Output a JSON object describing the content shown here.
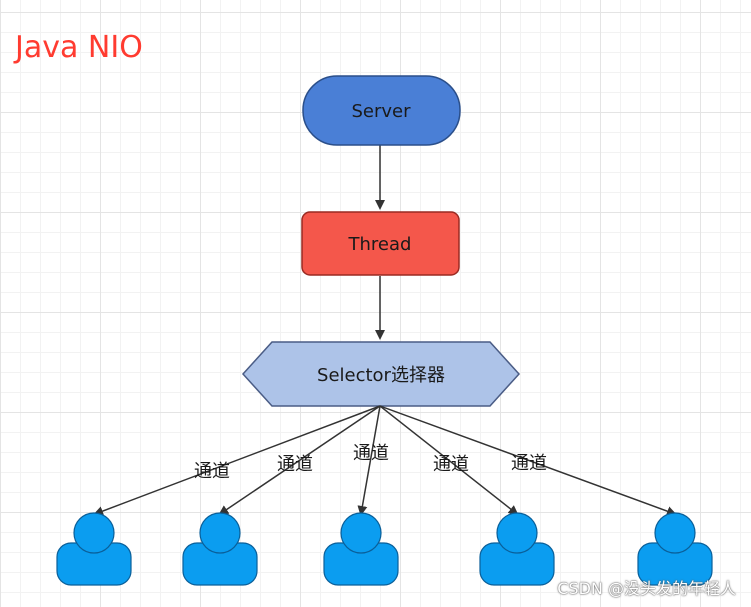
{
  "title": "Java NIO",
  "nodes": {
    "server": {
      "label": "Server",
      "fill": "#4a7fd6"
    },
    "thread": {
      "label": "Thread",
      "fill": "#f4574b"
    },
    "selector": {
      "label": "Selector选择器",
      "fill": "#adc3e8"
    }
  },
  "channel_label": "通道",
  "clients_count": 5,
  "client_color": "#0b9df0",
  "watermark": "CSDN @没头发的年轻人"
}
